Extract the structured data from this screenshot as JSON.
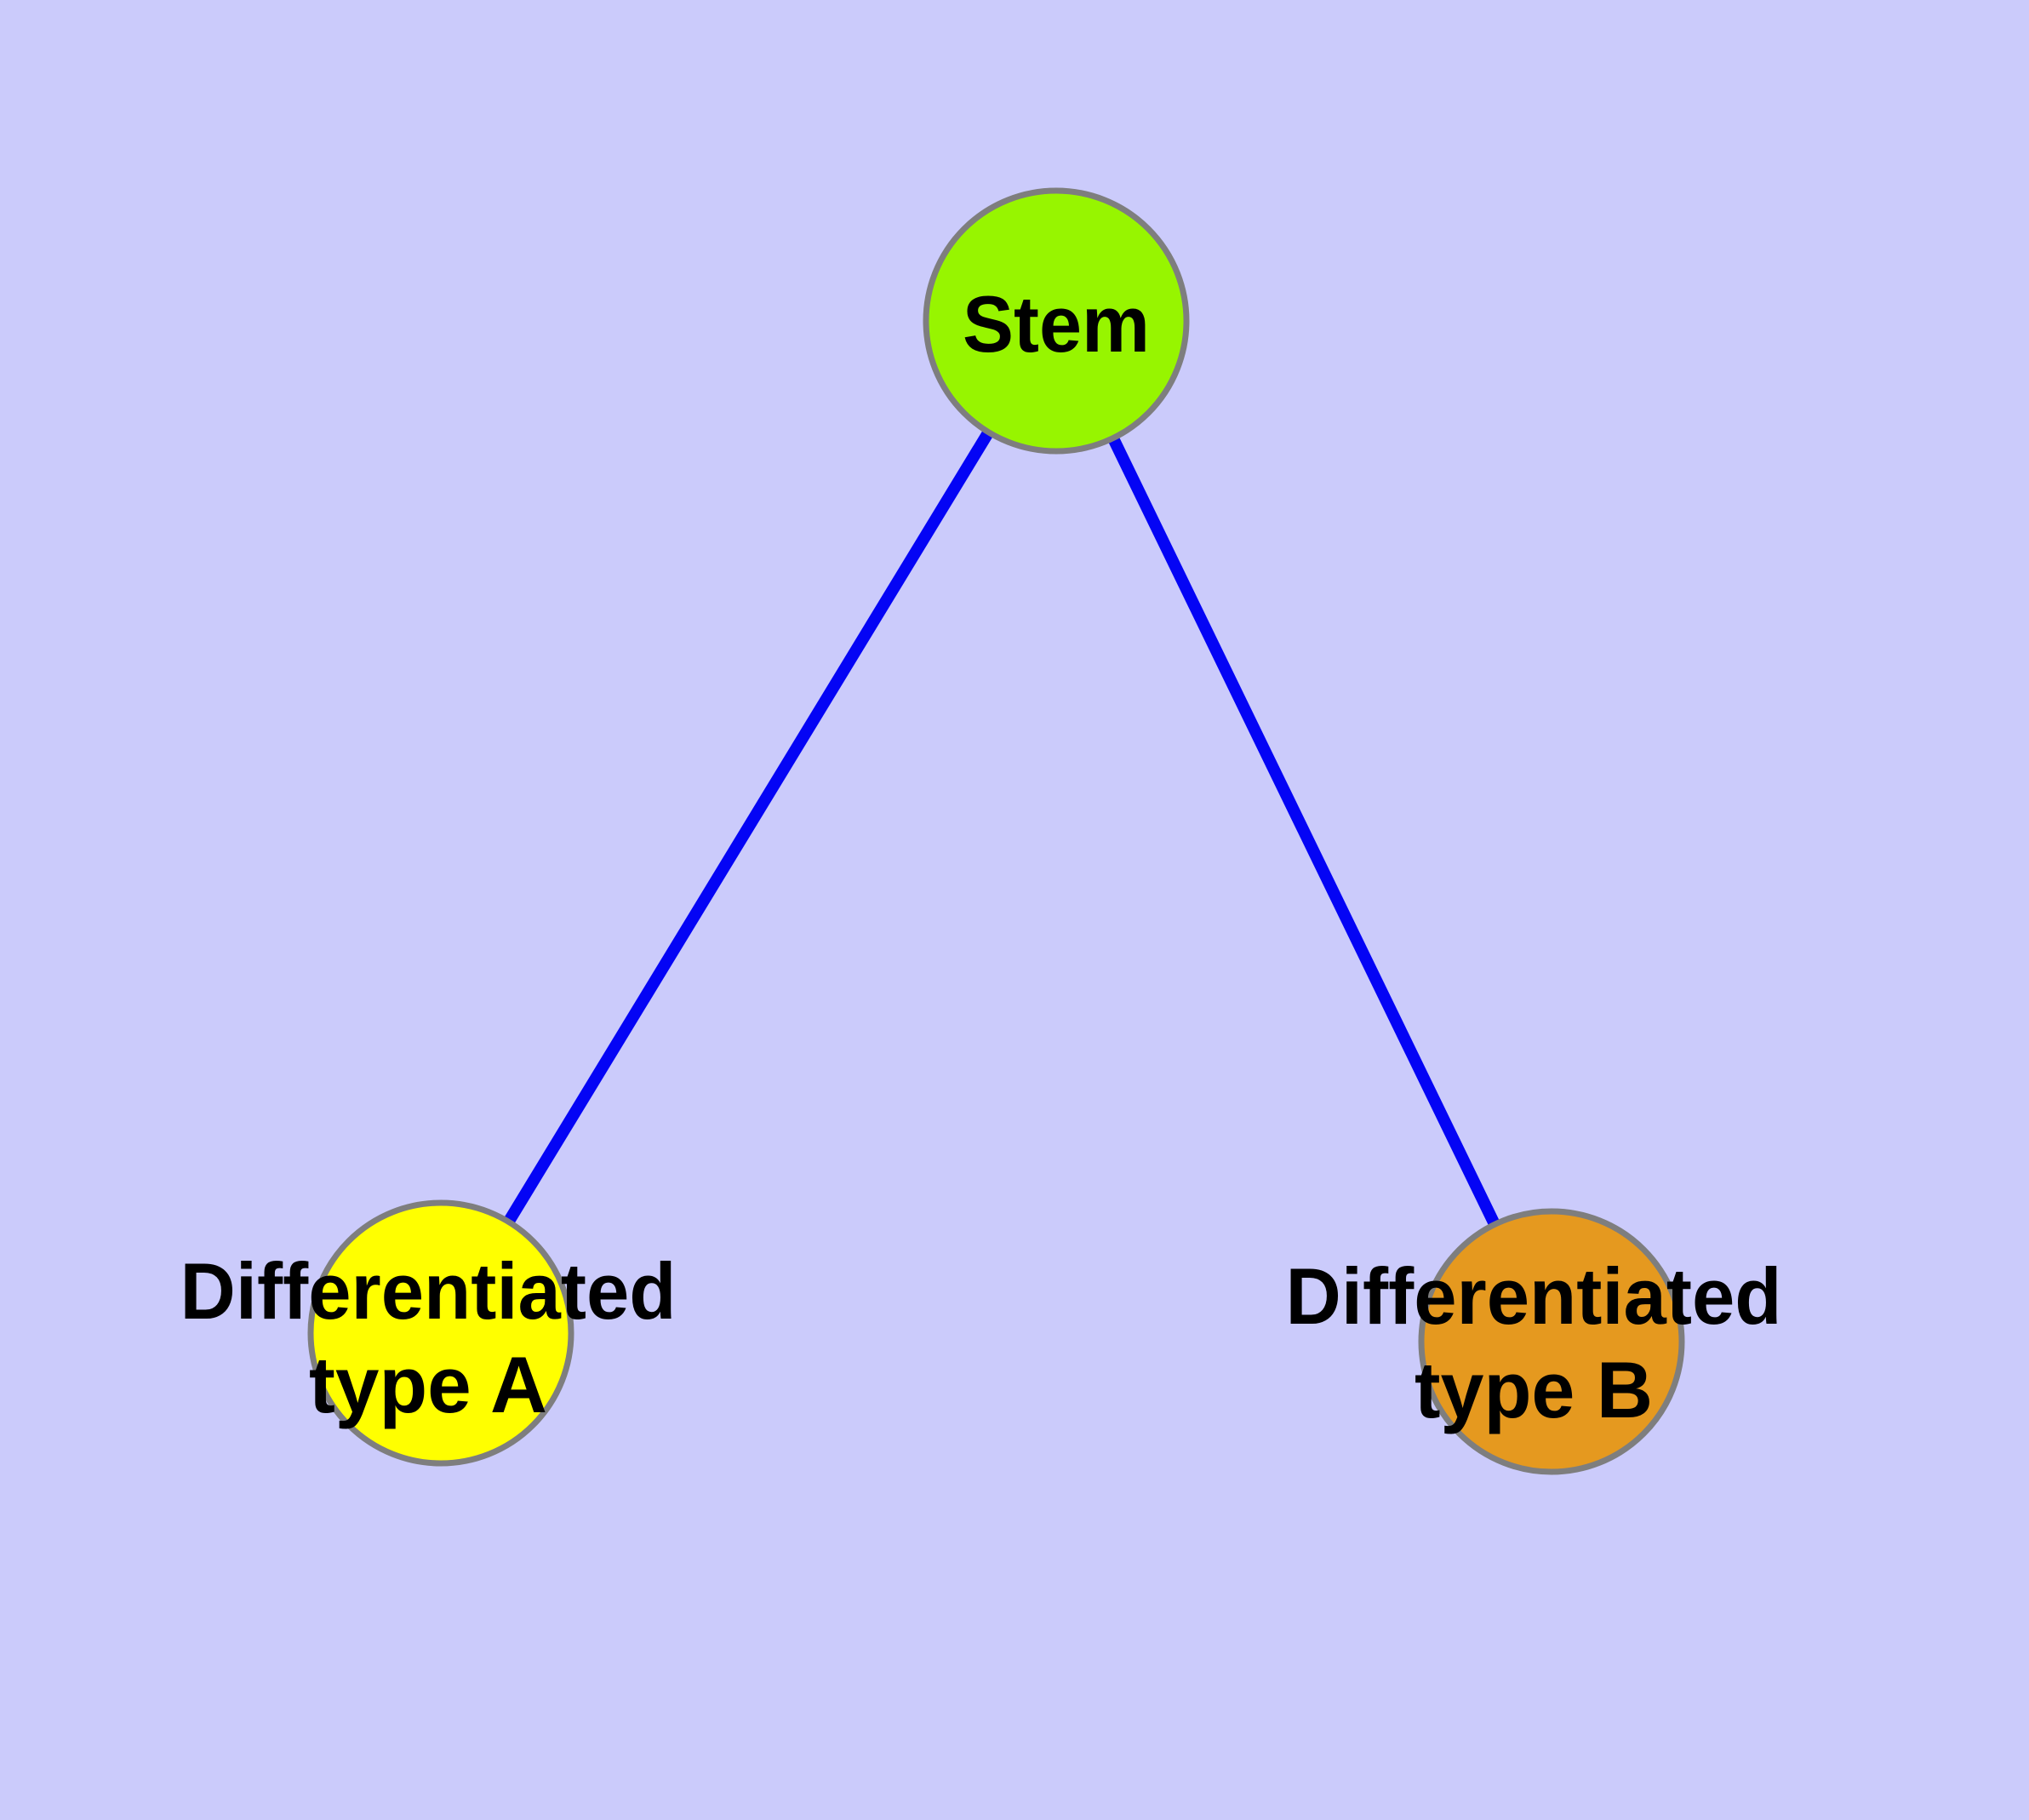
{
  "diagram": {
    "type": "graph",
    "background_color": "#CBCBFB",
    "node_border_color": "#7E7E7E",
    "edge_color": "#0404F5",
    "label_color": "#000000",
    "nodes": [
      {
        "id": "stem",
        "label": "Stem",
        "color": "#97F500"
      },
      {
        "id": "differentiated-type-a",
        "label_line1": "Differentiated",
        "label_line2": "type A",
        "color": "#FFFF00"
      },
      {
        "id": "differentiated-type-b",
        "label_line1": "Differentiated",
        "label_line2": "type B",
        "color": "#E5991F"
      }
    ],
    "edges": [
      {
        "from": "Stem",
        "to": "Differentiated type A"
      },
      {
        "from": "Stem",
        "to": "Differentiated type B"
      }
    ]
  }
}
